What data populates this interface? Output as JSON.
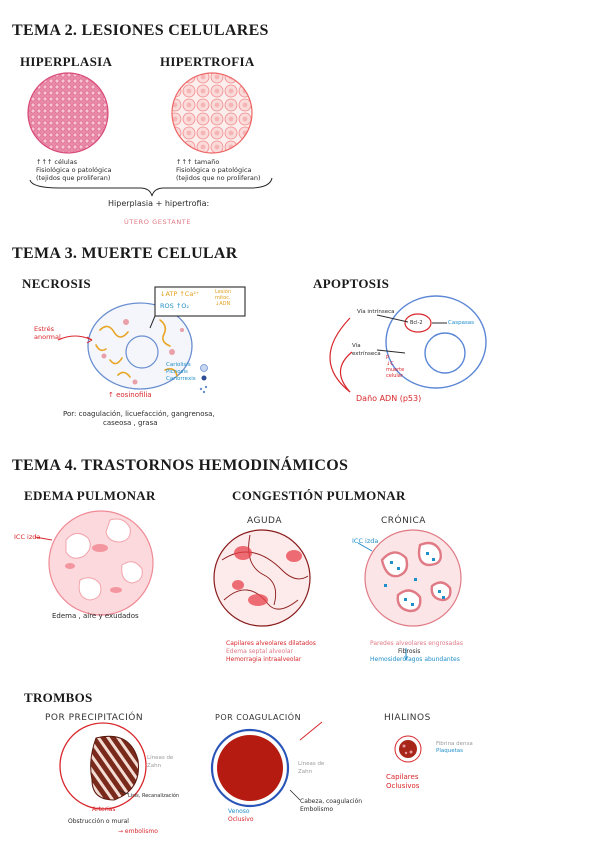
{
  "t2": {
    "title": "TEMA 2. LESIONES CELULARES",
    "hiper_title": "HIPERPLASIA",
    "hiperplasia_line1": "↑↑↑ células",
    "hiperplasia_line2": "Fisiológica o patológica",
    "hiperplasia_line3": "(tejidos que proliferan)",
    "hipertrofia_title": "HIPERTROFIA",
    "hipertrofia_line1": "↑↑↑ tamaño",
    "hipertrofia_line2": "Fisiológica o patológica",
    "hipertrofia_line3": "(tejidos que no proliferan)",
    "both": "Hiperplasia + hipertrofia:",
    "example": "ÚTERO GESTANTE"
  },
  "t3": {
    "title": "TEMA 3. MUERTE CELULAR",
    "necrosis": "NECROSIS",
    "apoptosis": "APOPTOSIS",
    "estres": "Estrés anormal",
    "atp": "↓ATP ↑Ca²⁺",
    "ros": "ROS ↑O₂",
    "box_right1": "Lesión",
    "box_right2": "mitoc.",
    "box_right3": "↓ADN",
    "cariolisis": "Cariolisis",
    "picnosis": "Picnosis",
    "cariorrexis": "Cariorrexis",
    "eosinofilia": "↑ eosinofilia",
    "tipos_line1": "Por: coagulación, licuefacción, gangrenosa,",
    "tipos_line2": "caseosa , grasa",
    "via_intrinseca": "Vía intrínseca",
    "via_extrinseca": "Vía extrínseca",
    "bcl2": "Bcl-2",
    "caspasas": "Caspasas",
    "muerte1": "P",
    "muerte2": "↓C",
    "muerte3": "muerte",
    "muerte4": "celular",
    "dano": "Daño ADN (p53)"
  },
  "t4": {
    "title": "TEMA 4. TRASTORNOS HEMODINÁMICOS",
    "edema_title": "EDEMA PULMONAR",
    "icc1": "ICC izda",
    "edema_caption": "Edema , aire y exudados",
    "congestion_title": "CONGESTIÓN PULMONAR",
    "aguda": "AGUDA",
    "cronica": "CRÓNICA",
    "icc2": "ICC izda",
    "aguda_line1": "Capilares alveolares dilatados",
    "aguda_line2": "Edema septal alveolar",
    "aguda_line3": "Hemorragia intraalveolar",
    "cronica_line1": "Paredes alveolares engrosadas",
    "cronica_line2": "Fibrosis",
    "cronica_line3": "Hemosiderófagos abundantes",
    "trombos_title": "TROMBOS",
    "precip": "POR PRECIPITACIÓN",
    "coag": "POR COAGULACIÓN",
    "hialinos": "HIALINOS",
    "precip_label1": "Líneas de Zahn",
    "precip_label2": "Arterias",
    "precip_label3": "Obstrucción o mural",
    "precip_label4": "→ embolismo",
    "precip_label5": "Lisis, Recanalización",
    "coag_label1": "Venoso",
    "coag_label2": "Oclusivo",
    "coag_label3": "Cabeza, coagulación",
    "coag_label4": "Embolismo",
    "coag_label5": "Líneas de Zahn",
    "hial_label1": "Fibrina densa",
    "hial_label2": "Plaquetas",
    "hial_label3": "Capilares",
    "hial_label4": "Oclusivos"
  },
  "colors": {
    "red": "#d8262b",
    "pink": "#e07a85",
    "blue": "#1f8ec9",
    "orange": "#f0a020"
  }
}
